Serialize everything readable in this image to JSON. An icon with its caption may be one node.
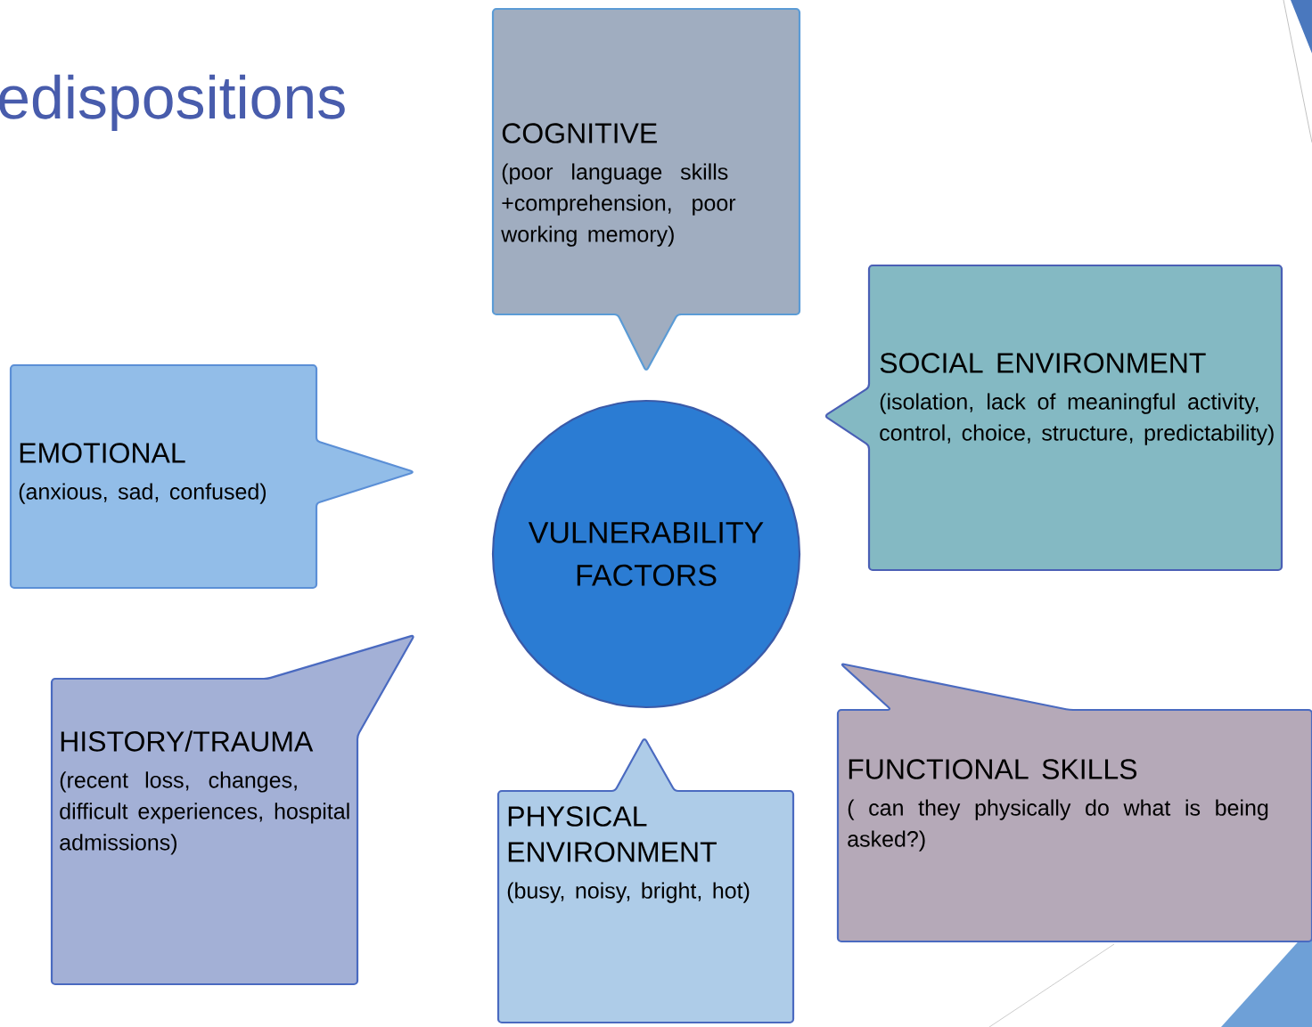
{
  "diagram": {
    "title": "edispositions",
    "nodes": [
      {
        "text": [
          "COGNITIVE",
          "(poor language skills +comprehension, poor working memory)"
        ]
      },
      {
        "text": [
          "SOCIAL ENVIRONMENT",
          "(isolation, lack of meaningful activity, control, choice, structure, predictability)"
        ]
      },
      {
        "text": [
          "EMOTIONAL",
          "(anxious, sad, confused)"
        ]
      },
      {
        "text": [
          "VULNERABILITY FACTORS"
        ]
      },
      {
        "text": [
          "HISTORY/TRAUMA",
          "(recent loss, changes, difficult experiences, hospital admissions)"
        ]
      },
      {
        "text": [
          "PHYSICAL ENVIRONMENT",
          "(busy, noisy, bright, hot)"
        ]
      },
      {
        "text": [
          "FUNCTIONAL SKILLS",
          "( can they physically do what is being asked?)"
        ]
      }
    ]
  }
}
